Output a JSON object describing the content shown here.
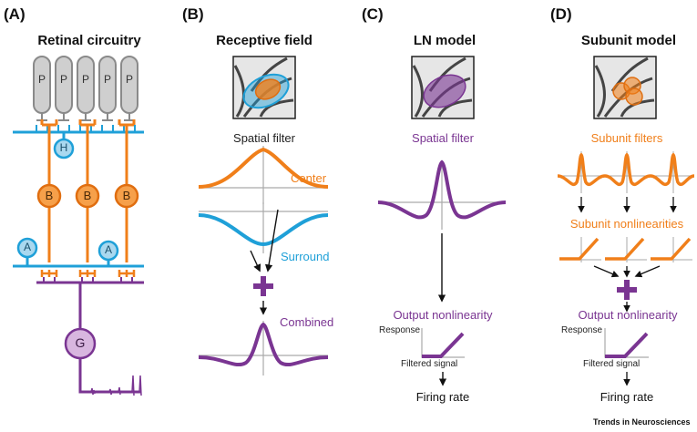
{
  "panels": {
    "a": {
      "tag": "(A)",
      "title": "Retinal circuitry",
      "photoreceptor": "P",
      "horizontal": "H",
      "bipolar": "B",
      "amacrine": "A",
      "ganglion": "G"
    },
    "b": {
      "tag": "(B)",
      "title": "Receptive field",
      "spatial_filter": "Spatial filter",
      "center": "Center",
      "surround": "Surround",
      "combined": "Combined"
    },
    "c": {
      "tag": "(C)",
      "title": "LN model",
      "spatial_filter": "Spatial filter",
      "output": "Output nonlinearity",
      "response": "Response",
      "filtered": "Filtered signal",
      "firing": "Firing rate"
    },
    "d": {
      "tag": "(D)",
      "title": "Subunit model",
      "subunit_filters": "Subunit filters",
      "subunit_nonlin": "Subunit nonlinearities",
      "output": "Output nonlinearity",
      "response": "Response",
      "filtered": "Filtered signal",
      "firing": "Firing rate"
    }
  },
  "journal": "Trends in Neurosciences",
  "colors": {
    "orange": "#f07f1a",
    "blue": "#1fa0d8",
    "purple": "#7a3592",
    "gray": "#c8c8c8"
  }
}
